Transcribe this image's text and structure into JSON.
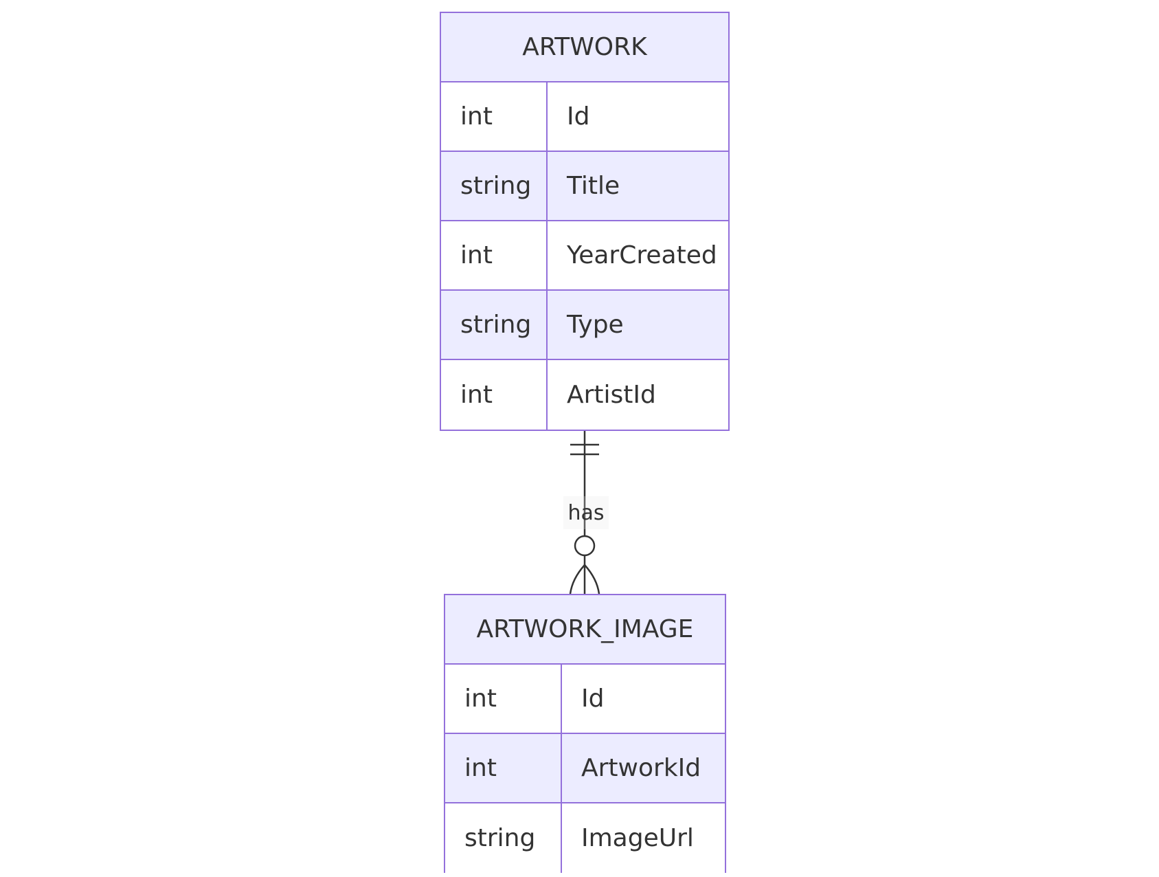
{
  "entities": [
    {
      "name": "ARTWORK",
      "attributes": [
        {
          "type": "int",
          "name": "Id"
        },
        {
          "type": "string",
          "name": "Title"
        },
        {
          "type": "int",
          "name": "YearCreated"
        },
        {
          "type": "string",
          "name": "Type"
        },
        {
          "type": "int",
          "name": "ArtistId"
        }
      ]
    },
    {
      "name": "ARTWORK_IMAGE",
      "attributes": [
        {
          "type": "int",
          "name": "Id"
        },
        {
          "type": "int",
          "name": "ArtworkId"
        },
        {
          "type": "string",
          "name": "ImageUrl"
        }
      ]
    }
  ],
  "relationship": {
    "label": "has",
    "from": "ARTWORK",
    "from_cardinality": "exactly-one",
    "to": "ARTWORK_IMAGE",
    "to_cardinality": "zero-or-more"
  },
  "colors": {
    "border": "#9370DB",
    "header_fill": "#ECECFF",
    "text": "#333333",
    "line": "#333333"
  }
}
